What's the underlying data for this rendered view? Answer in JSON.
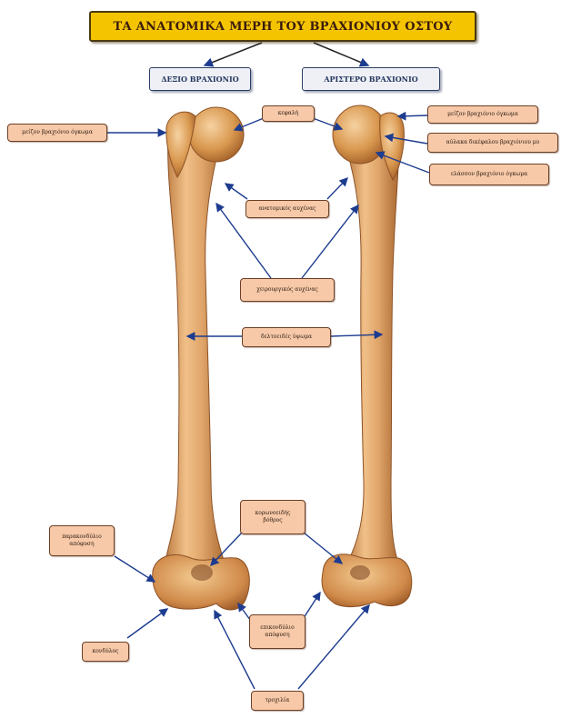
{
  "title": "ΤΑ ΑΝΑΤΟΜΙΚΑ ΜΕΡΗ ΤΟΥ ΒΡΑΧΙΟΝΙΟΥ ΟΣΤΟΥ",
  "sides": {
    "right_humerus": "ΔΕΞΙΟ ΒΡΑΧΙΟΝΙΟ",
    "left_humerus": "ΑΡΙΣΤΕΡΟ ΒΡΑΧΙΟΝΙΟ"
  },
  "labels": {
    "head": "κεφαλή",
    "greater_tubercle_left": "μείζον βραχιόνιο όγκωμα",
    "greater_tubercle_right": "μείζον βραχιόνιο όγκωμα",
    "intertubercular_groove": "αύλακα δικέφαλου βραχιόνιου μυ",
    "lesser_tubercle": "ελάσσον βραχιόνιο όγκωμα",
    "anatomical_neck": "ανατομικός αυχένας",
    "surgical_neck": "χειρουργικός αυχένας",
    "deltoid_tuberosity": "δελτοειδές ύψωμα",
    "coronoid_fossa": "κορωνοειδής\nβόθρος",
    "lateral_epicondyle": "παρακονδύλιο\nαπόφυση",
    "medial_epicondyle": "επικονδύλιο\nαπόφυση",
    "capitulum": "κονδύλος",
    "trochlea": "τροχιλία"
  },
  "colors": {
    "title_bg": "#f5c400",
    "label_bg": "#f7c9a8",
    "label_border": "#6b3f26",
    "side_bg": "#eef0f6",
    "arrow": "#1d3c8f",
    "bone": "#d99a5c"
  }
}
